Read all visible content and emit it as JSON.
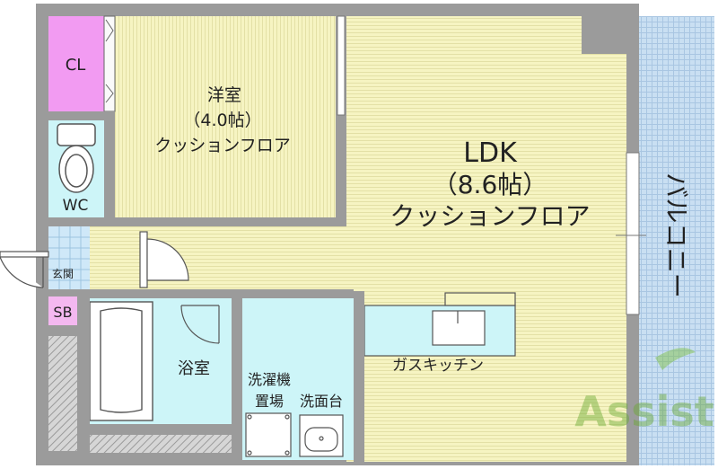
{
  "rooms": {
    "bedroom": {
      "name": "洋室",
      "size": "（4.0帖）",
      "floor": "クッションフロア"
    },
    "ldk": {
      "name": "LDK",
      "size": "（8.6帖）",
      "floor": "クッションフロア"
    },
    "closet": "CL",
    "toilet": "WC",
    "entrance": "玄関",
    "shoe_box": "SB",
    "bathroom": "浴室",
    "washer_line1": "洗濯機",
    "washer_line2": "置場",
    "washbasin": "洗面台",
    "kitchen": "ガスキッチン",
    "balcony": "バルコニー"
  },
  "watermark": {
    "text": "Assist"
  },
  "colors": {
    "wall": "#9b9b9b",
    "floor_yellow": "#f6f4c2",
    "closet_pink": "#f29bf2",
    "water_cyan": "#cdf5f8",
    "entrance_blue": "#cfe8f8",
    "shoebox_pink": "#f4b8f0",
    "balcony_blue": "#c9dff2"
  }
}
